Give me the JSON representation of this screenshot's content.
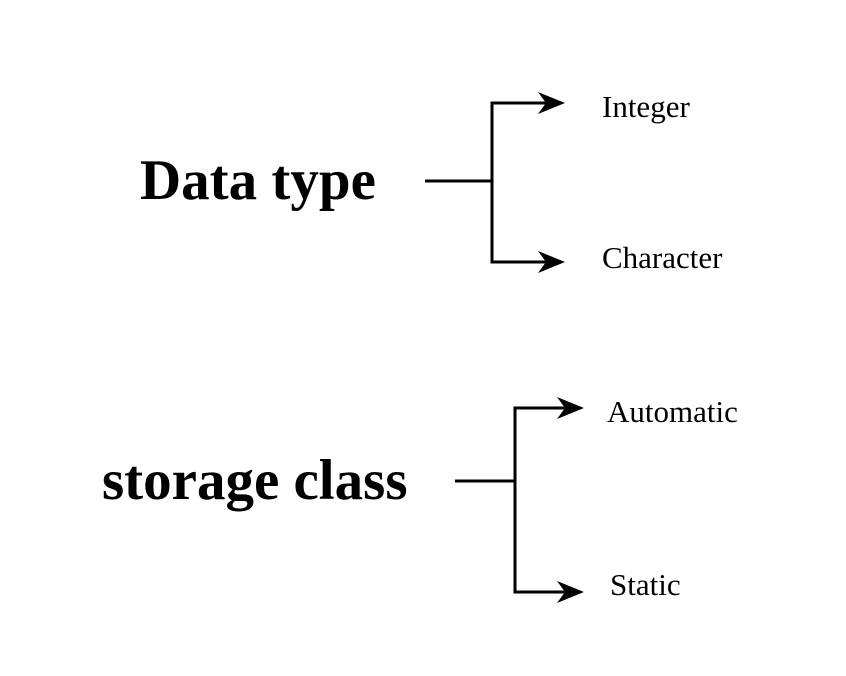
{
  "page": {
    "background_color": "#ffffff",
    "line_color": "#000000",
    "text_color": "#000000"
  },
  "diagram": {
    "type": "tree",
    "groups": [
      {
        "root": "Data type",
        "children": [
          "Integer",
          "Character"
        ]
      },
      {
        "root": "storage class",
        "children": [
          "Automatic",
          "Static"
        ]
      }
    ]
  }
}
